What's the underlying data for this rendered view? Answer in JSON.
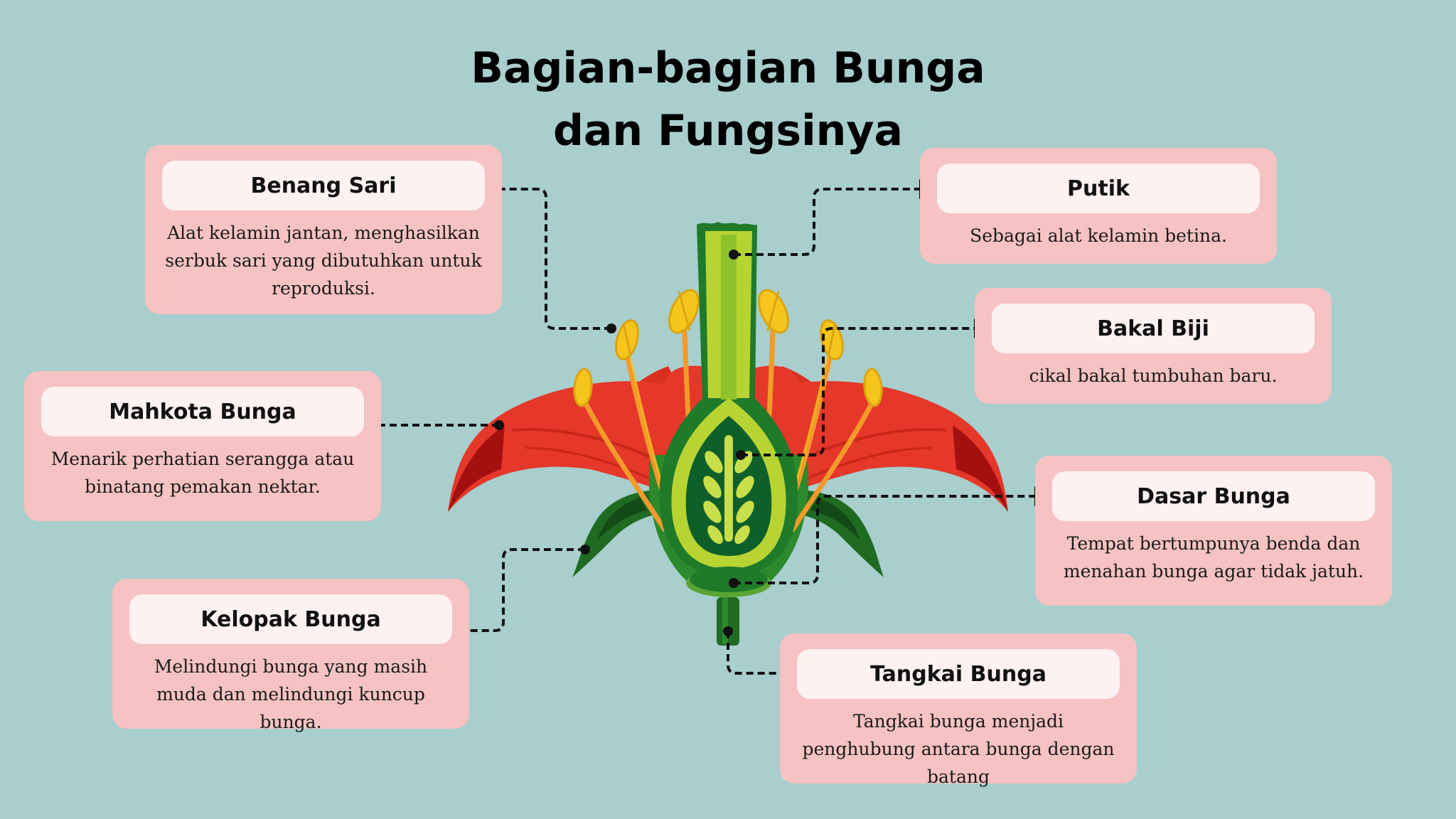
{
  "title": {
    "line1": "Bagian-bagian Bunga",
    "line2": "dan Fungsinya"
  },
  "parts": {
    "benang_sari": {
      "name": "Benang Sari",
      "desc": "Alat kelamin jantan, menghasilkan serbuk sari yang dibutuhkan untuk reproduksi."
    },
    "putik": {
      "name": "Putik",
      "desc": "Sebagai alat kelamin betina."
    },
    "bakal_biji": {
      "name": "Bakal Biji",
      "desc": "cikal bakal tumbuhan baru."
    },
    "mahkota_bunga": {
      "name": "Mahkota Bunga",
      "desc": "Menarik perhatian serangga atau binatang pemakan nektar."
    },
    "dasar_bunga": {
      "name": "Dasar Bunga",
      "desc": "Tempat bertumpunya benda dan menahan bunga agar tidak jatuh."
    },
    "kelopak_bunga": {
      "name": "Kelopak Bunga",
      "desc": "Melindungi bunga yang masih muda dan melindungi kuncup bunga."
    },
    "tangkai_bunga": {
      "name": "Tangkai Bunga",
      "desc": "Tangkai bunga menjadi penghubung antara bunga dengan batang"
    }
  },
  "colors": {
    "background": "#a8cecd",
    "card": "#f6c2c2",
    "card_header": "#fdf1f1",
    "petal": "#e5372a",
    "petal_dark": "#a40f10",
    "sepal": "#1f6b22",
    "pistil_light": "#b7d433",
    "pistil_dark": "#0f5f2a",
    "anther": "#f6c51c",
    "filament": "#f29a2a"
  }
}
